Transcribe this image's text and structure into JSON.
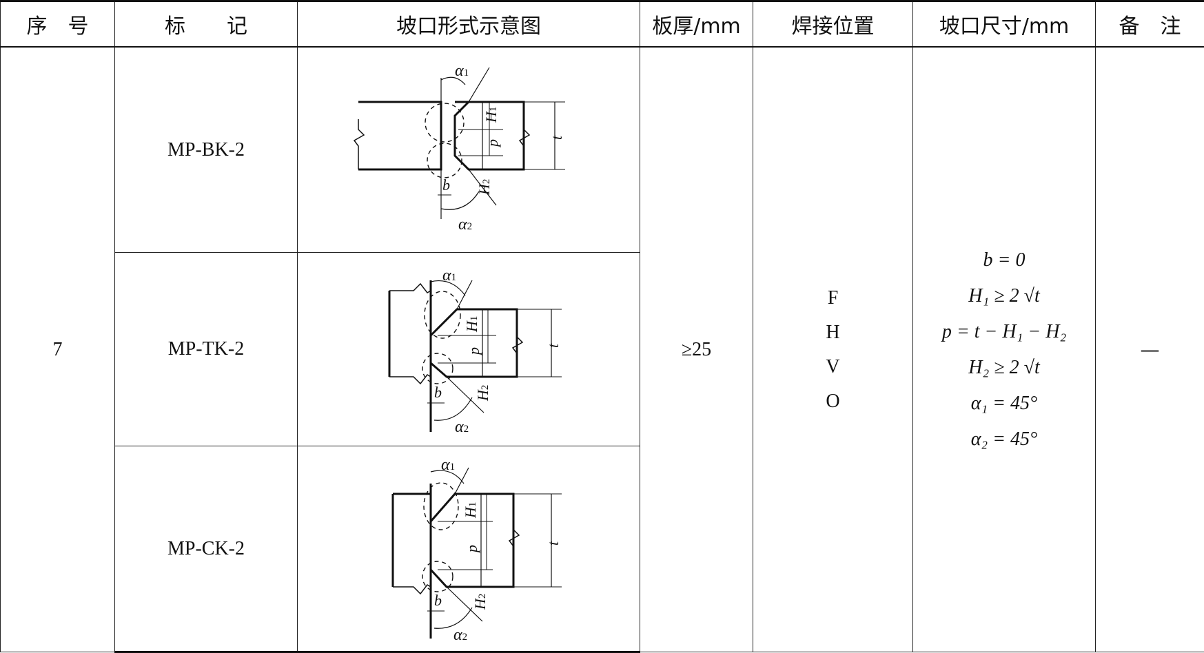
{
  "headers": {
    "seq": "序　号",
    "mark": "标　　记",
    "diagram": "坡口形式示意图",
    "thickness": "板厚/mm",
    "position": "焊接位置",
    "groove_size": "坡口尺寸/mm",
    "remark": "备　注"
  },
  "row": {
    "seq": "7",
    "thickness": "≥25",
    "positions": [
      "F",
      "H",
      "V",
      "O"
    ],
    "remark": "—",
    "marks": [
      "MP-BK-2",
      "MP-TK-2",
      "MP-CK-2"
    ],
    "dims": {
      "b": "b = 0",
      "h1": "H₁ ≥ 2 √t",
      "p": "p = t − H₁ − H₂",
      "h2": "H₂ ≥ 2 √t",
      "a1": "α₁ = 45°",
      "a2": "α₂ = 45°"
    }
  },
  "diagram_labels": {
    "alpha": "α",
    "one": "1",
    "two": "2",
    "H": "H",
    "p": "p",
    "t": "t",
    "b": "b"
  }
}
